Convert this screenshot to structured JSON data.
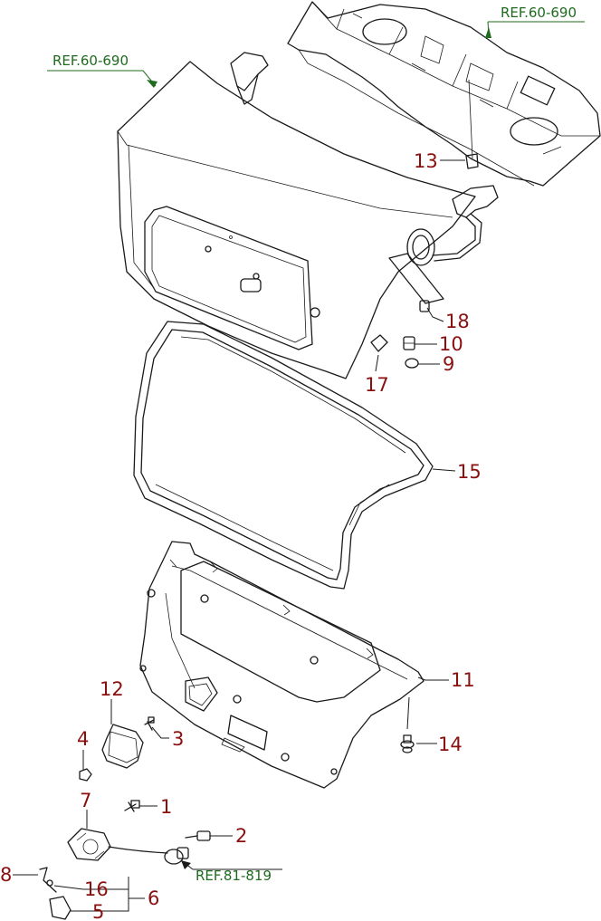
{
  "references": {
    "ref_parcel_shelf": "REF.60-690",
    "ref_trunk_lid": "REF.60-690",
    "ref_latch": "REF.81-819"
  },
  "callouts": {
    "c1": "1",
    "c2": "2",
    "c3": "3",
    "c4": "4",
    "c5": "5",
    "c6": "6",
    "c7": "7",
    "c8": "8",
    "c9": "9",
    "c10": "10",
    "c11": "11",
    "c12": "12",
    "c13": "13",
    "c14": "14",
    "c15": "15",
    "c16": "16",
    "c17": "17",
    "c18": "18"
  },
  "colors": {
    "callout_number": "#8a1010",
    "reference_label": "#1f6b1f",
    "line_art": "#1a1a1a"
  }
}
